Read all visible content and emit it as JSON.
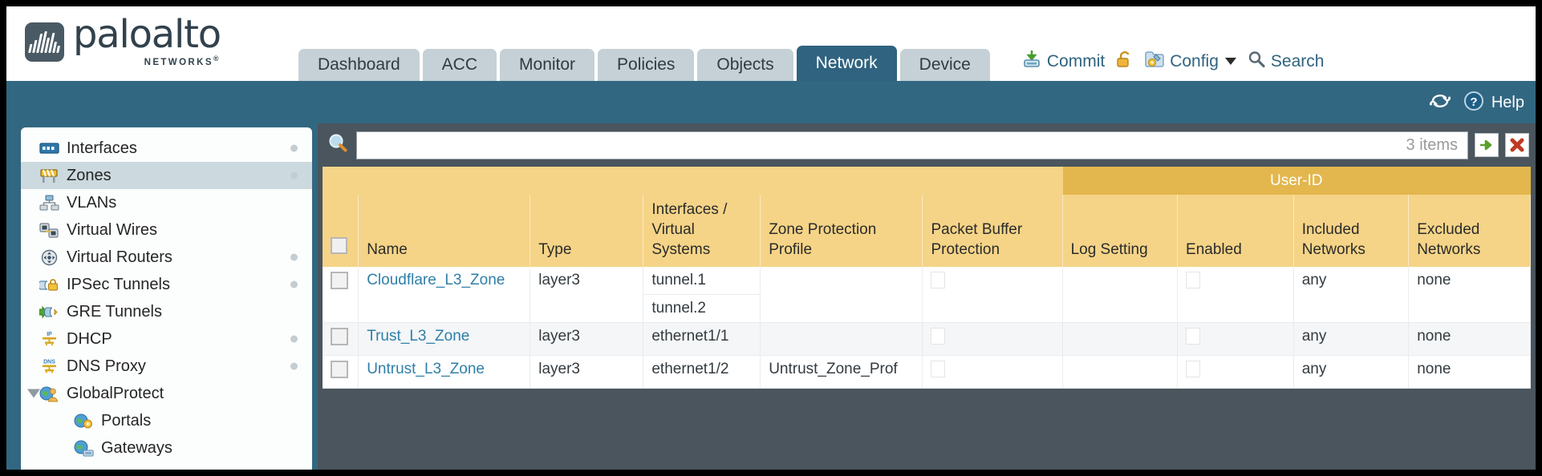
{
  "brand": {
    "name": "paloalto",
    "sub": "NETWORKS",
    "registered": "®"
  },
  "nav": {
    "tabs": [
      {
        "label": "Dashboard",
        "active": false
      },
      {
        "label": "ACC",
        "active": false
      },
      {
        "label": "Monitor",
        "active": false
      },
      {
        "label": "Policies",
        "active": false
      },
      {
        "label": "Objects",
        "active": false
      },
      {
        "label": "Network",
        "active": true
      },
      {
        "label": "Device",
        "active": false
      }
    ]
  },
  "header_actions": {
    "commit": "Commit",
    "config": "Config",
    "search": "Search",
    "lock_icon": "padlock-icon",
    "commit_icon": "commit-icon",
    "config_icon": "config-icon",
    "search_icon": "search-icon"
  },
  "blue_bar": {
    "refresh_icon": "refresh-icon",
    "help_icon": "help-icon",
    "help_label": "Help"
  },
  "sidebar": {
    "items": [
      {
        "label": "Interfaces",
        "icon": "interfaces-icon",
        "selected": false,
        "dot": true,
        "child": false,
        "twisty": false
      },
      {
        "label": "Zones",
        "icon": "zones-icon",
        "selected": true,
        "dot": true,
        "child": false,
        "twisty": false
      },
      {
        "label": "VLANs",
        "icon": "vlans-icon",
        "selected": false,
        "dot": false,
        "child": false,
        "twisty": false
      },
      {
        "label": "Virtual Wires",
        "icon": "virtual-wires-icon",
        "selected": false,
        "dot": false,
        "child": false,
        "twisty": false
      },
      {
        "label": "Virtual Routers",
        "icon": "virtual-routers-icon",
        "selected": false,
        "dot": true,
        "child": false,
        "twisty": false
      },
      {
        "label": "IPSec Tunnels",
        "icon": "ipsec-tunnels-icon",
        "selected": false,
        "dot": true,
        "child": false,
        "twisty": false
      },
      {
        "label": "GRE Tunnels",
        "icon": "gre-tunnels-icon",
        "selected": false,
        "dot": false,
        "child": false,
        "twisty": false
      },
      {
        "label": "DHCP",
        "icon": "dhcp-icon",
        "selected": false,
        "dot": true,
        "child": false,
        "twisty": false
      },
      {
        "label": "DNS Proxy",
        "icon": "dns-proxy-icon",
        "selected": false,
        "dot": true,
        "child": false,
        "twisty": false
      },
      {
        "label": "GlobalProtect",
        "icon": "globalprotect-icon",
        "selected": false,
        "dot": false,
        "child": false,
        "twisty": true
      },
      {
        "label": "Portals",
        "icon": "portals-icon",
        "selected": false,
        "dot": false,
        "child": true,
        "twisty": false
      },
      {
        "label": "Gateways",
        "icon": "gateways-icon",
        "selected": false,
        "dot": false,
        "child": true,
        "twisty": false
      }
    ]
  },
  "search": {
    "value": "",
    "placeholder": "",
    "items_count": "3 items",
    "apply_icon": "apply-filter-arrow-icon",
    "clear_icon": "clear-filter-x-icon",
    "magnifier_icon": "magnifier-icon"
  },
  "table": {
    "group_header": "User-ID",
    "columns": [
      "Name",
      "Type",
      "Interfaces / Virtual Systems",
      "Zone Protection Profile",
      "Packet Buffer Protection",
      "Log Setting",
      "Enabled",
      "Included Networks",
      "Excluded Networks"
    ],
    "rows": [
      {
        "name": "Cloudflare_L3_Zone",
        "type": "layer3",
        "interfaces": [
          "tunnel.1",
          "tunnel.2"
        ],
        "zone_protection_profile": "",
        "packet_buffer_protection": false,
        "log_setting": "",
        "userid_enabled": false,
        "included_networks": "any",
        "excluded_networks": "none"
      },
      {
        "name": "Trust_L3_Zone",
        "type": "layer3",
        "interfaces": [
          "ethernet1/1"
        ],
        "zone_protection_profile": "",
        "packet_buffer_protection": false,
        "log_setting": "",
        "userid_enabled": false,
        "included_networks": "any",
        "excluded_networks": "none"
      },
      {
        "name": "Untrust_L3_Zone",
        "type": "layer3",
        "interfaces": [
          "ethernet1/2"
        ],
        "zone_protection_profile": "Untrust_Zone_Prof",
        "packet_buffer_protection": false,
        "log_setting": "",
        "userid_enabled": false,
        "included_networks": "any",
        "excluded_networks": "none"
      }
    ]
  },
  "colors": {
    "brand_blue": "#326782",
    "tab_inactive": "#c5d1d6",
    "tab_active": "#2f6380",
    "table_header": "#f5d487",
    "table_group_header": "#e3b74e",
    "link": "#2f7fa8",
    "panel_dark": "#4a555d"
  }
}
